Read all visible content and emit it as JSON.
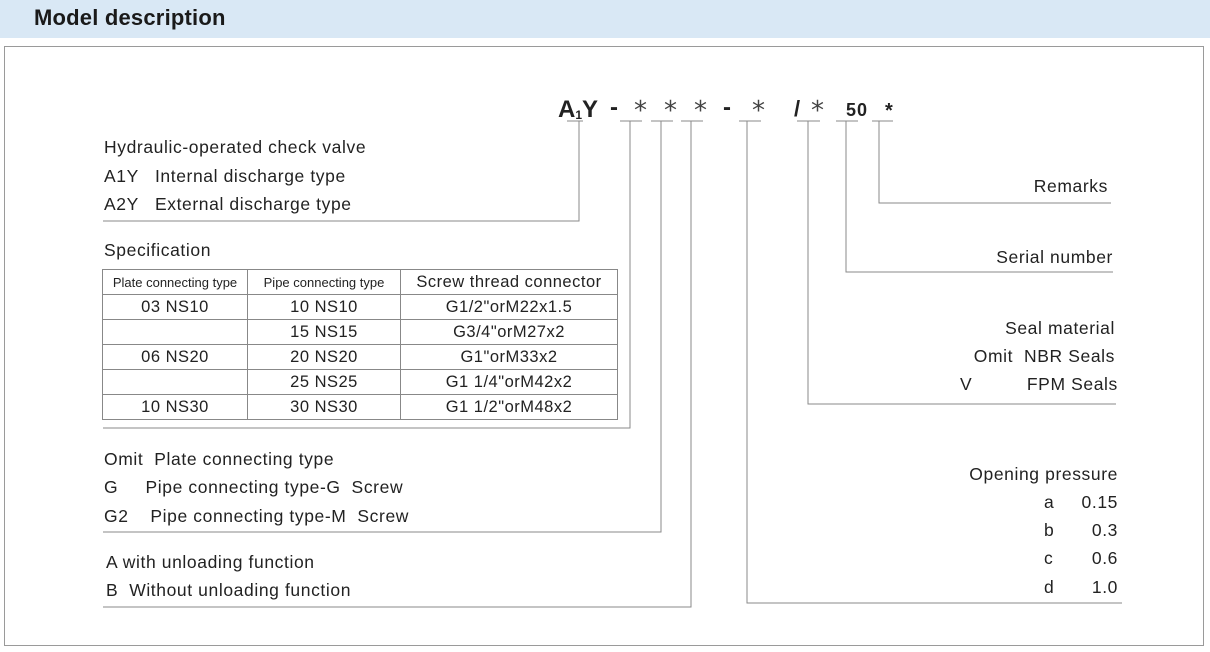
{
  "header": {
    "title": "Model description"
  },
  "code": {
    "prefix": "A",
    "sub": "1",
    "y": "Y",
    "dash": "-",
    "star": "*",
    "slash": "/",
    "fifty": "50",
    "bold_star": "*"
  },
  "left": {
    "valve": [
      "Hydraulic-operated check valve",
      "A1Y   Internal discharge type",
      "A2Y   External discharge type"
    ],
    "spec_title": "Specification",
    "table": {
      "headers": [
        "Plate connecting type",
        "Pipe connecting type",
        "Screw thread connector"
      ],
      "rows": [
        [
          "03 NS10",
          "10 NS10",
          "G1/2\"orM22x1.5"
        ],
        [
          "",
          "15 NS15",
          "G3/4\"orM27x2"
        ],
        [
          "06 NS20",
          "20 NS20",
          "G1\"orM33x2"
        ],
        [
          "",
          "25 NS25",
          "G1 1/4\"orM42x2"
        ],
        [
          "10 NS30",
          "30 NS30",
          "G1 1/2\"orM48x2"
        ]
      ]
    },
    "connect": [
      "Omit  Plate connecting type",
      "G     Pipe connecting type-G  Screw",
      "G2    Pipe connecting type-M  Screw"
    ],
    "unload": [
      "A with unloading function",
      "B  Without unloading function"
    ]
  },
  "right": {
    "remarks": "Remarks",
    "serial": "Serial number",
    "seal": [
      "Seal material",
      "Omit  NBR Seals",
      "V          FPM Seals"
    ],
    "opening_title": "Opening pressure",
    "opening": [
      [
        "a",
        "0.15"
      ],
      [
        "b",
        "0.3"
      ],
      [
        "c",
        "0.6"
      ],
      [
        "d",
        "1.0"
      ]
    ]
  }
}
